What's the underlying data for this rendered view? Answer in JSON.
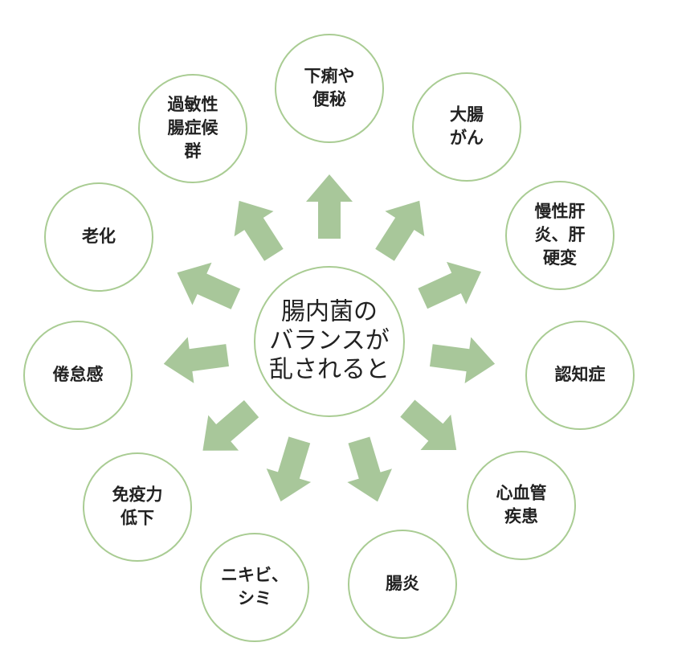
{
  "colors": {
    "circle_stroke": "#a9cc93",
    "arrow_fill": "#a8c79a",
    "text": "#222222"
  },
  "center": {
    "lines": [
      "腸内菌の",
      "バランスが",
      "乱されると"
    ]
  },
  "effects": [
    {
      "key": "diarrhea",
      "lines": [
        "下痢や",
        "便秘"
      ]
    },
    {
      "key": "colon-cancer",
      "lines": [
        "大腸",
        "がん"
      ]
    },
    {
      "key": "chronic-hepatitis",
      "lines": [
        "慢性肝",
        "炎、肝",
        "硬変"
      ]
    },
    {
      "key": "dementia",
      "lines": [
        "認知症"
      ]
    },
    {
      "key": "cardiovascular",
      "lines": [
        "心血管",
        "疾患"
      ]
    },
    {
      "key": "enteritis",
      "lines": [
        "腸炎"
      ]
    },
    {
      "key": "acne",
      "lines": [
        "ニキビ、",
        "シミ"
      ]
    },
    {
      "key": "immunity",
      "lines": [
        "免疫力",
        "低下"
      ]
    },
    {
      "key": "fatigue",
      "lines": [
        "倦怠感"
      ]
    },
    {
      "key": "aging",
      "lines": [
        "老化"
      ]
    },
    {
      "key": "ibs",
      "lines": [
        "過敏性",
        "腸症候",
        "群"
      ]
    }
  ]
}
